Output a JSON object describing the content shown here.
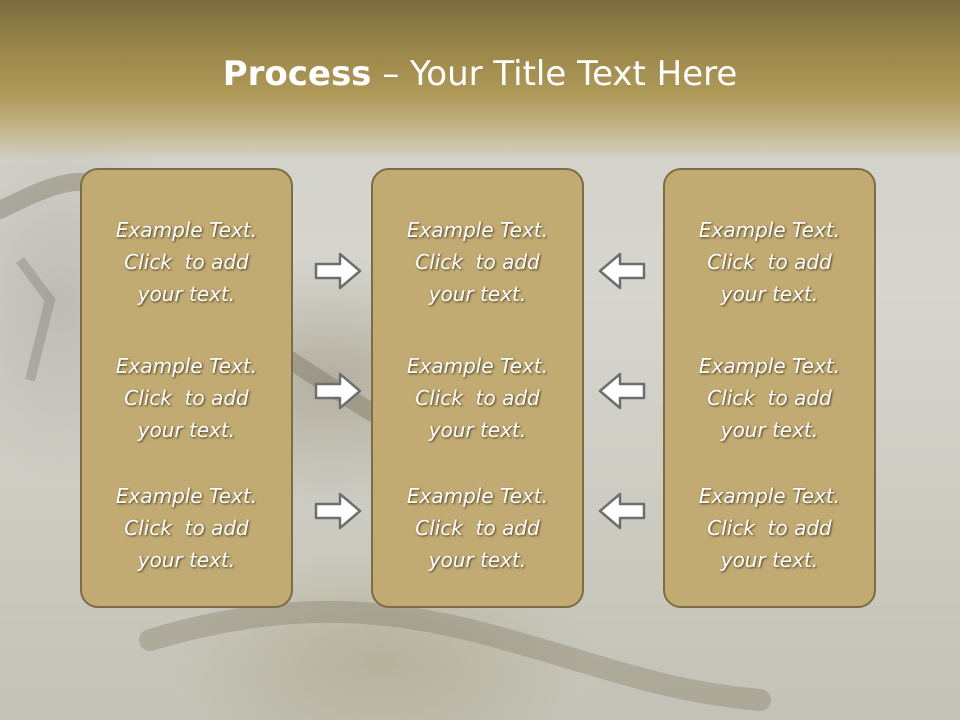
{
  "slide": {
    "title_bold": "Process",
    "title_rest": " – Your Title Text Here"
  },
  "colors": {
    "panel_fill": "#c2ab73",
    "panel_border": "#7c6d44",
    "header": "#9a8648",
    "arrow_fill": "#ffffff",
    "arrow_stroke": "#6e6e6e"
  },
  "panels": [
    {
      "items": [
        {
          "line1": "Example Text.",
          "line2": "Click  to add",
          "line3": "your text."
        },
        {
          "line1": "Example Text.",
          "line2": "Click  to add",
          "line3": "your text."
        },
        {
          "line1": "Example Text.",
          "line2": "Click  to add",
          "line3": "your text."
        }
      ]
    },
    {
      "items": [
        {
          "line1": "Example Text.",
          "line2": "Click  to add",
          "line3": "your text."
        },
        {
          "line1": "Example Text.",
          "line2": "Click  to add",
          "line3": "your text."
        },
        {
          "line1": "Example Text.",
          "line2": "Click  to add",
          "line3": "your text."
        }
      ]
    },
    {
      "items": [
        {
          "line1": "Example Text.",
          "line2": "Click  to add",
          "line3": "your text."
        },
        {
          "line1": "Example Text.",
          "line2": "Click  to add",
          "line3": "your text."
        },
        {
          "line1": "Example Text.",
          "line2": "Click  to add",
          "line3": "your text."
        }
      ]
    }
  ],
  "arrows": {
    "left_group": {
      "direction": "right",
      "icon": "arrow-right-icon"
    },
    "right_group": {
      "direction": "left",
      "icon": "arrow-left-icon"
    }
  }
}
